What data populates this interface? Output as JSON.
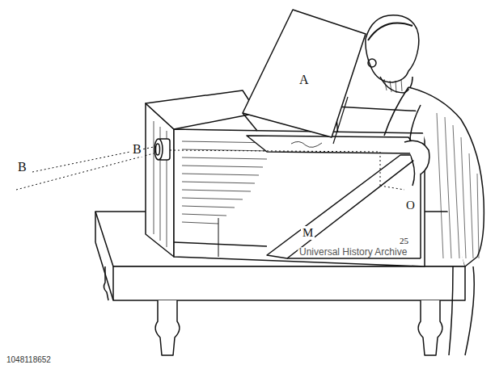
{
  "diagram": {
    "labels": [
      "B",
      "B",
      "A",
      "M",
      "O",
      "25",
      "Universal History Archive",
      "1048118652"
    ]
  }
}
